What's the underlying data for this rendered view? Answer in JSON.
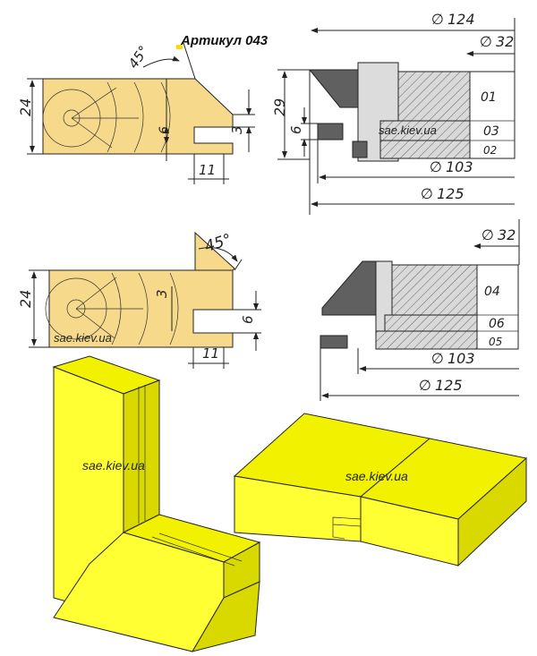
{
  "title": "Артикул 043",
  "watermark": "sae.kiev.ua",
  "profile_top": {
    "angle": "45°",
    "height": "24",
    "groove_depth": "6",
    "groove_width": "3",
    "offset": "11"
  },
  "cutter_top": {
    "d_outer_1": "124",
    "d_bore": "32",
    "height": "29",
    "tooth": "6",
    "d_inner": "103",
    "d_outer_2": "125",
    "part_1": "01",
    "part_2": "03",
    "part_3": "02"
  },
  "profile_bottom": {
    "angle": "45°",
    "height": "24",
    "groove_width": "3",
    "groove_depth": "6",
    "offset": "11"
  },
  "cutter_bottom": {
    "d_bore": "32",
    "d_inner": "103",
    "d_outer": "125",
    "part_1": "04",
    "part_2": "06",
    "part_3": "05"
  },
  "colors": {
    "profile_fill": "#f6d98a",
    "knife": "#606060",
    "iso_front": "#ffff33",
    "iso_side": "#d9d900",
    "iso_top": "#f2f200"
  }
}
